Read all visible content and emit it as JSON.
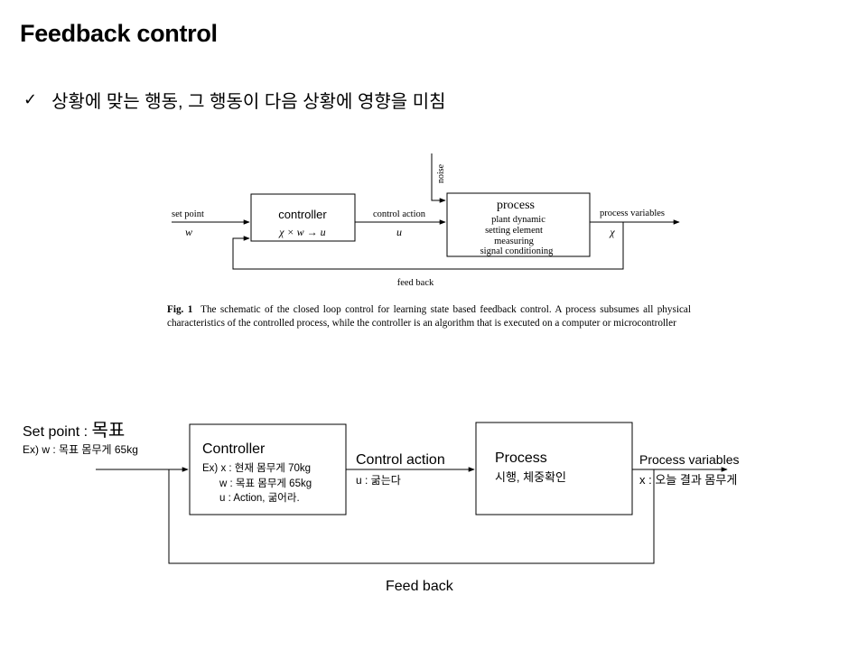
{
  "title": "Feedback control",
  "bullet": {
    "icon": "check-icon",
    "text": "상황에 맞는 행동, 그 행동이 다음 상황에 영향을 미침"
  },
  "figure": {
    "set_point_label": "set point",
    "set_point_var": "w",
    "controller_label": "controller",
    "controller_formula": "χ × w → u",
    "control_action_label": "control action",
    "control_action_var": "u",
    "noise_label": "noise",
    "process_title": "process",
    "process_items": [
      "plant dynamic",
      "setting element",
      "measuring",
      "signal conditioning"
    ],
    "process_variables_label": "process variables",
    "process_variables_var": "χ",
    "feedback_label": "feed back",
    "caption_prefix": "Fig. 1",
    "caption_text": "The schematic of the closed loop control for learning state based feedback control. A process subsumes all physical characteristics of the controlled process, while the controller is an algorithm that is executed on a computer or microcontroller"
  },
  "diagram": {
    "set_point_label": "Set point : ",
    "set_point_goal": "목표",
    "set_point_example": "Ex) w : 목표 몸무게 65kg",
    "controller_title": "Controller",
    "controller_lines": [
      "Ex) x : 현재 몸무게 70kg",
      "w : 목표 몸무게 65kg",
      "u : Action, 굶어라."
    ],
    "control_action_label": "Control action",
    "control_action_example": "u : 굶는다",
    "process_title": "Process",
    "process_example": "시행, 체중확인",
    "process_variables_label": "Process variables",
    "process_variables_example": "x : 오늘 결과 몸무게",
    "feedback_label": "Feed back"
  }
}
